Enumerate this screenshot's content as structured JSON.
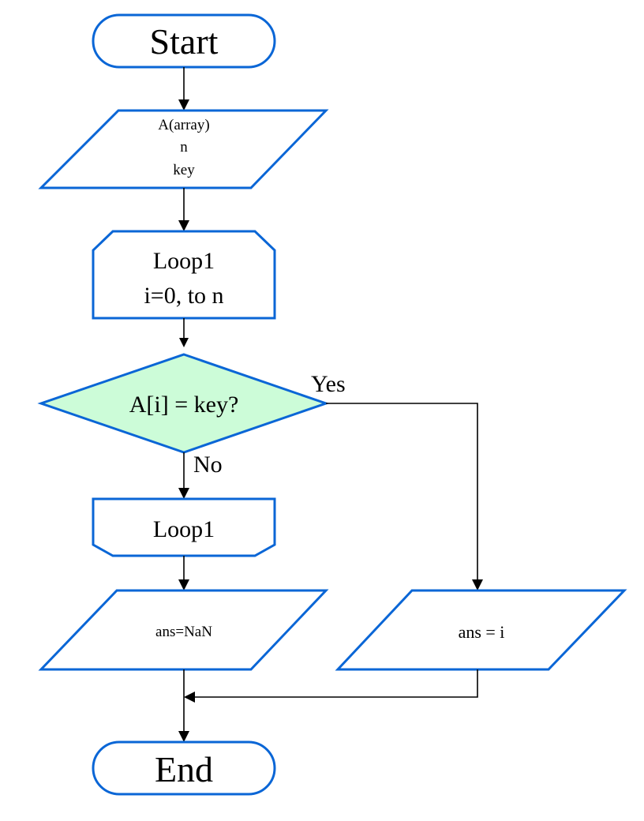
{
  "nodes": {
    "start": "Start",
    "input_line1": "A(array)",
    "input_line2": "n",
    "input_line3": "key",
    "loop_start_line1": "Loop1",
    "loop_start_line2": "i=0, to n",
    "decision": "A[i] = key?",
    "loop_end": "Loop1",
    "output_nan": "ans=NaN",
    "output_i": "ans = i",
    "end": "End"
  },
  "edges": {
    "yes_label": "Yes",
    "no_label": "No"
  },
  "colors": {
    "shape_stroke": "#0a66d6",
    "decision_fill": "#ccfcd8",
    "connector": "#000000"
  }
}
